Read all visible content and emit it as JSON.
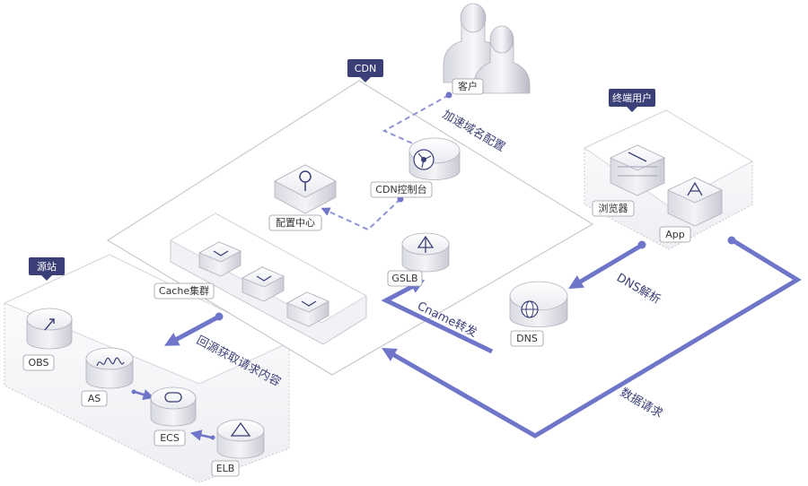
{
  "zones": {
    "origin_tag": "源站",
    "cdn_tag": "CDN",
    "end_user_tag": "终端用户"
  },
  "nodes": {
    "customer": "客户",
    "cdn_console": "CDN控制台",
    "config_center": "配置中心",
    "gslb": "GSLB",
    "cache_cluster": "Cache集群",
    "browser": "浏览器",
    "app": "App",
    "dns": "DNS",
    "obs": "OBS",
    "as": "AS",
    "ecs": "ECS",
    "elb": "ELB"
  },
  "flows": {
    "domain_config": "加速域名配置",
    "dns_resolve": "DNS解析",
    "cname_forward": "Cname转发",
    "data_request": "数据请求",
    "back_to_origin": "回源获取请求内容"
  },
  "colors": {
    "accent": "#6f75c8",
    "tag_bg": "#3b3f78",
    "zone_border": "#c8c9d0"
  }
}
